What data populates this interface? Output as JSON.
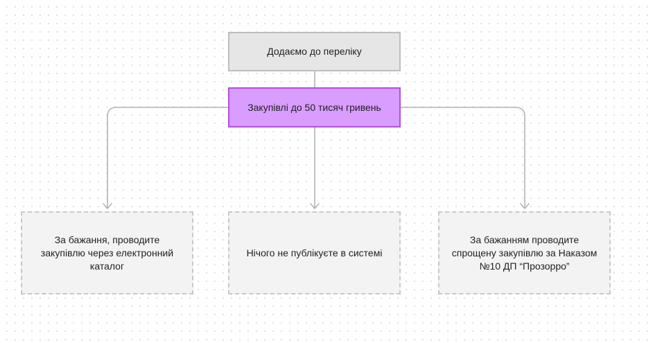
{
  "diagram": {
    "nodes": {
      "top": {
        "label": "Додаємо до переліку"
      },
      "threshold": {
        "label": "Закупівлі до 50 тисяч гривень",
        "color": "#d99cff"
      },
      "left": {
        "label": "За бажання, проводите закупівлю через електронний каталог"
      },
      "middle": {
        "label": "Нічого не публікуєте в системі"
      },
      "right": {
        "label": "За бажанням проводите спрощену закупівлю за Наказом №10 ДП “Прозорро”"
      }
    },
    "edges": [
      {
        "from": "top",
        "to": "threshold"
      },
      {
        "from": "threshold",
        "to": "left"
      },
      {
        "from": "threshold",
        "to": "middle"
      },
      {
        "from": "threshold",
        "to": "right"
      }
    ]
  }
}
